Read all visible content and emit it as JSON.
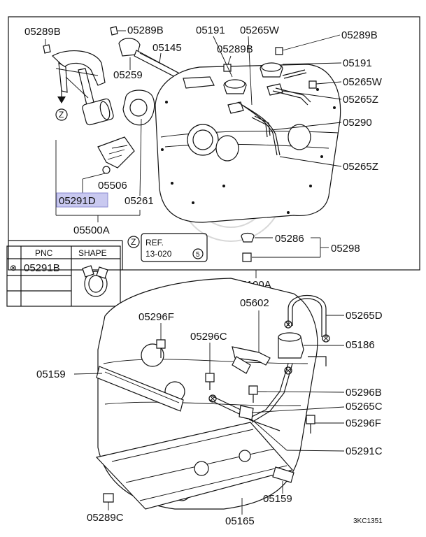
{
  "diagram": {
    "ref_box": {
      "prefix": "REF.",
      "ref": "13-020",
      "circle_number": "5",
      "circle_letter": "Z"
    },
    "table": {
      "headers": [
        "PNC",
        "SHAPE"
      ],
      "rows": [
        {
          "mark": "⊗",
          "pnc": "05291B"
        }
      ]
    },
    "drawing_code": "3KC1351",
    "labels": {
      "l05289B_a": "05289B",
      "l05289B_b": "05289B",
      "l05191_a": "05191",
      "l05265W_a": "05265W",
      "l05289B_c": "05289B",
      "l05145": "05145",
      "l05289B_d": "05289B",
      "l05191_b": "05191",
      "l05259": "05259",
      "l05265W_b": "05265W",
      "l05265Z_a": "05265Z",
      "l05290": "05290",
      "l05506": "05506",
      "l05291D": "05291D",
      "l05261": "05261",
      "l05265Z_b": "05265Z",
      "l05500A": "05500A",
      "l05286": "05286",
      "l05298": "05298",
      "l05100A": "05100A",
      "l05602": "05602",
      "l05265D": "05265D",
      "l05296F_a": "05296F",
      "l05296C": "05296C",
      "l05186": "05186",
      "l05159_a": "05159",
      "l05296B": "05296B",
      "l05265C": "05265C",
      "l05296F_b": "05296F",
      "l05291C": "05291C",
      "l05159_b": "05159",
      "l05289C": "05289C",
      "l05165": "05165"
    }
  }
}
